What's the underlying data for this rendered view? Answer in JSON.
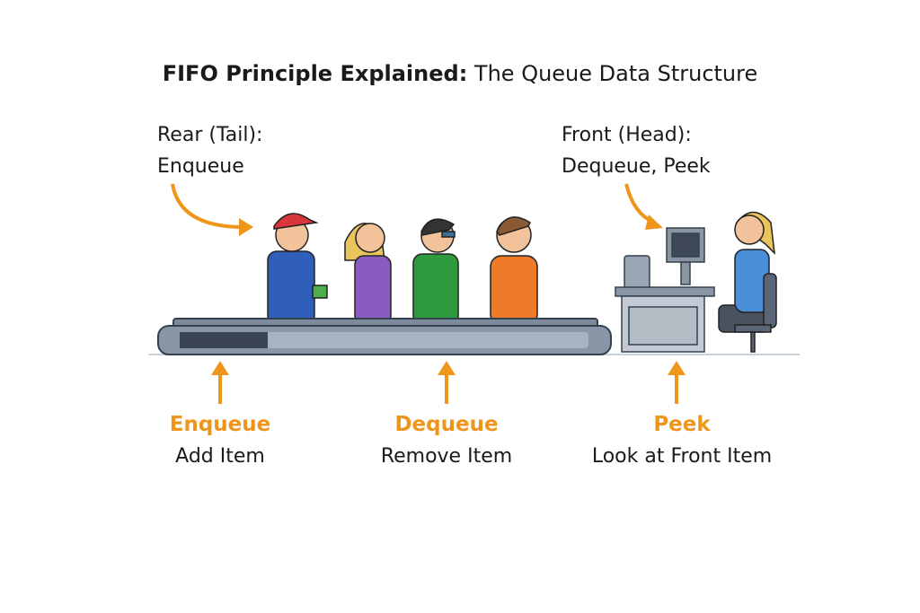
{
  "title": {
    "bold": "FIFO Principle Explained:",
    "rest": " The Queue Data Structure"
  },
  "rear": {
    "line1": "Rear (Tail):",
    "line2": "Enqueue"
  },
  "front": {
    "line1": "Front (Head):",
    "line2": "Dequeue, Peek"
  },
  "operations": [
    {
      "name": "Enqueue",
      "desc": "Add Item"
    },
    {
      "name": "Dequeue",
      "desc": "Remove Item"
    },
    {
      "name": "Peek",
      "desc": "Look at Front Item"
    }
  ],
  "colors": {
    "accent": "#ee961c",
    "belt": "#7d8a9c",
    "person1": "#2f5fb8",
    "person2": "#8a5cc0",
    "person3": "#2e9a3e",
    "person4": "#ee7a2a",
    "cashier": "#4a90d9"
  }
}
